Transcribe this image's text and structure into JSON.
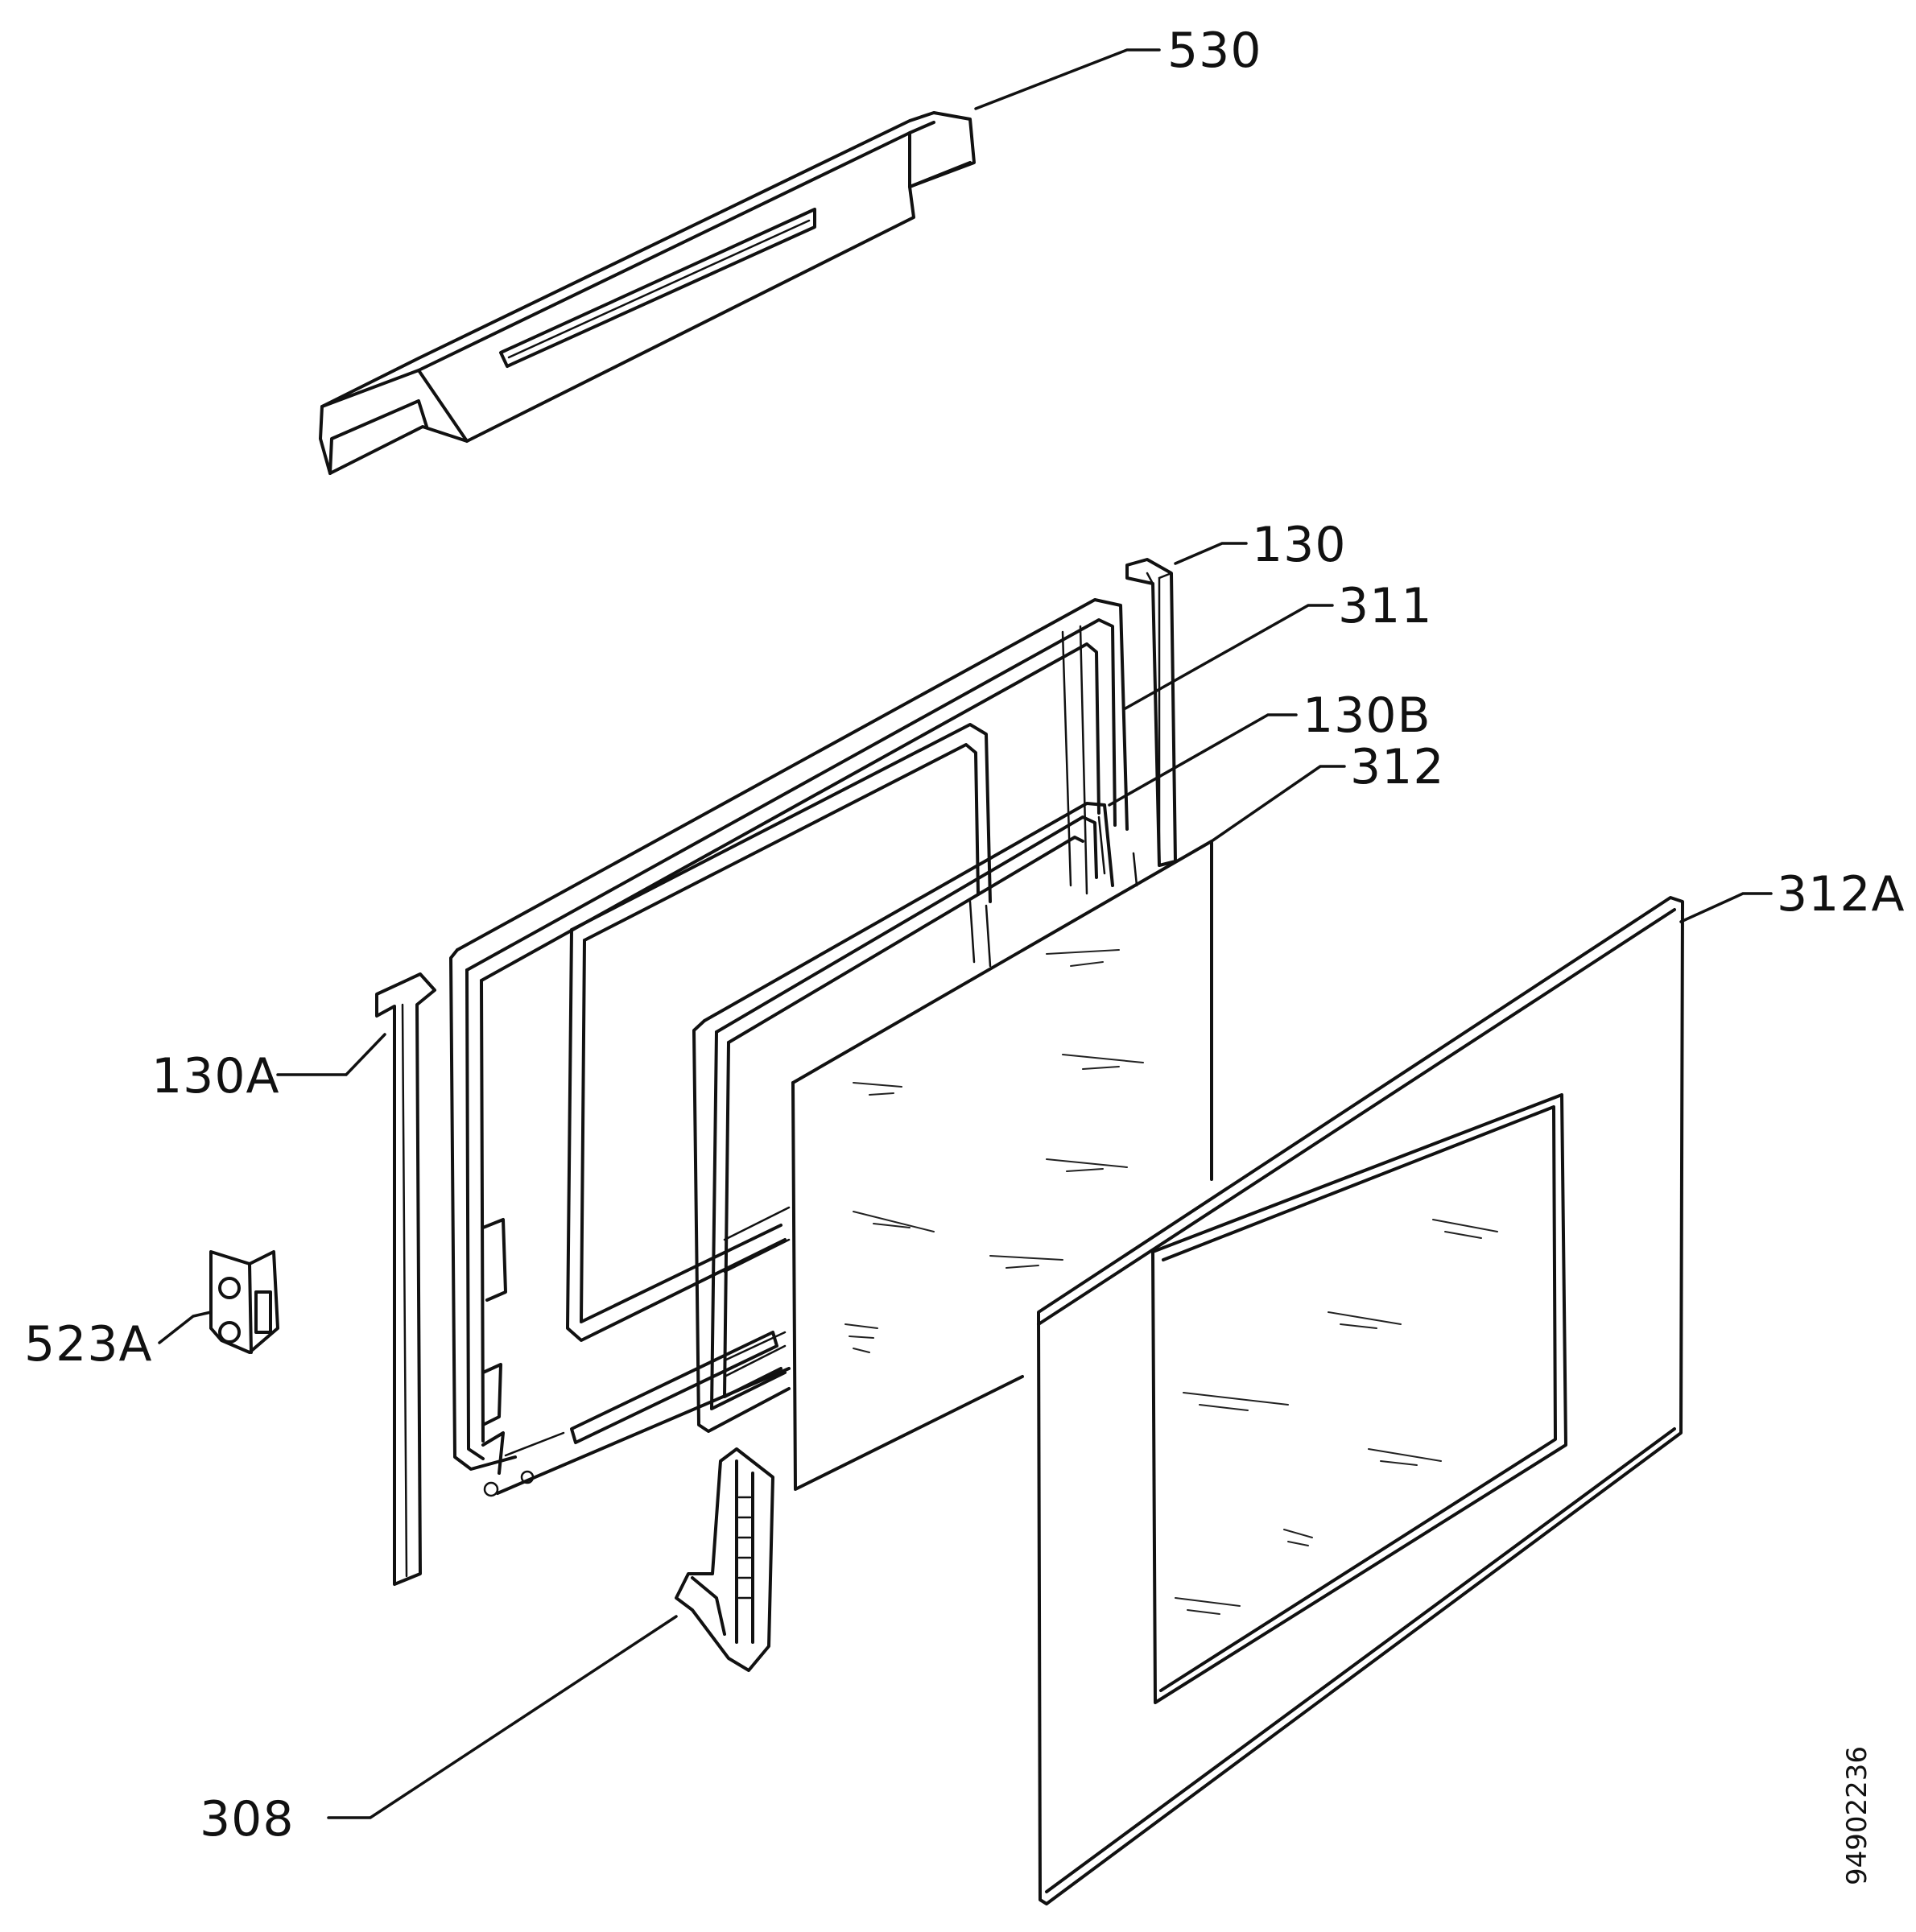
{
  "callouts": {
    "p530": "530",
    "p130": "130",
    "p311": "311",
    "p130B": "130B",
    "p312": "312",
    "p312A": "312A",
    "p130A": "130A",
    "p523A": "523A",
    "p308": "308"
  },
  "drawing_number": "94902236"
}
